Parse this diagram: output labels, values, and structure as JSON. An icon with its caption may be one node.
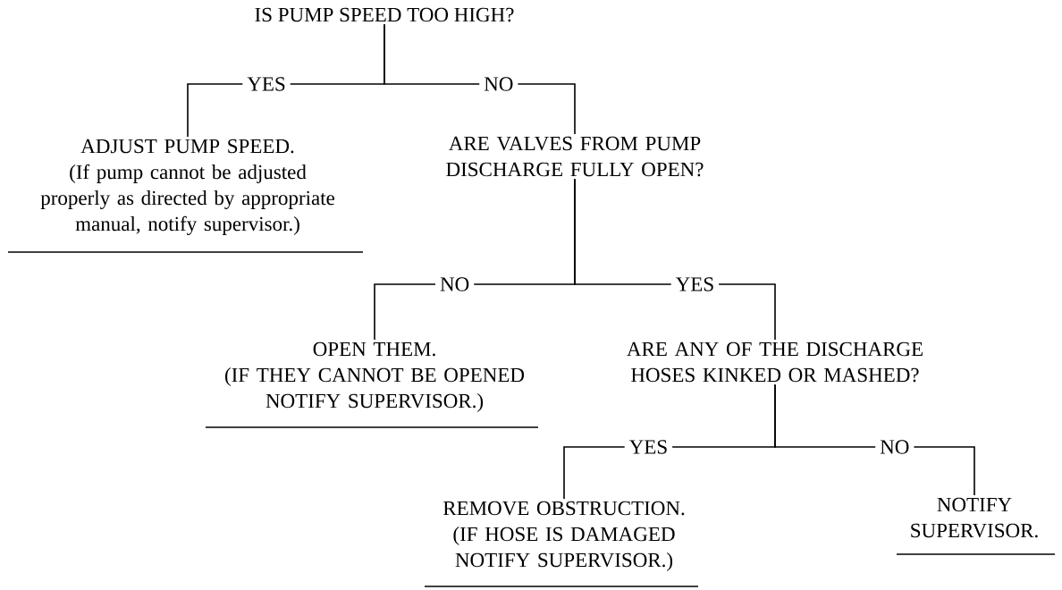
{
  "diagram": {
    "nodes": [
      {
        "text": [
          "IS PUMP SPEED TOO HIGH?"
        ]
      },
      {
        "text": [
          "ADJUST PUMP SPEED.",
          "(If pump cannot be adjusted properly as directed by appropriate manual, notify supervisor.)"
        ]
      },
      {
        "text": [
          "ARE VALVES FROM PUMP DISCHARGE FULLY OPEN?"
        ]
      },
      {
        "text": [
          "OPEN THEM.",
          "(IF THEY CANNOT BE OPENED NOTIFY SUPERVISOR.)"
        ]
      },
      {
        "text": [
          "ARE ANY OF THE DISCHARGE HOSES KINKED OR MASHED?"
        ]
      },
      {
        "text": [
          "REMOVE OBSTRUCTION.",
          "(IF HOSE IS DAMAGED NOTIFY SUPERVISOR.)"
        ]
      },
      {
        "text": [
          "NOTIFY SUPERVISOR."
        ]
      }
    ],
    "edges": [
      {
        "from": 0,
        "to": 1,
        "arrow": "none",
        "label": "YES"
      },
      {
        "from": 0,
        "to": 2,
        "arrow": "none",
        "label": "NO"
      },
      {
        "from": 2,
        "to": 3,
        "arrow": "none",
        "label": "NO"
      },
      {
        "from": 2,
        "to": 4,
        "arrow": "none",
        "label": "YES"
      },
      {
        "from": 4,
        "to": 5,
        "arrow": "none",
        "label": "YES"
      },
      {
        "from": 4,
        "to": 6,
        "arrow": "none",
        "label": "NO"
      }
    ]
  }
}
